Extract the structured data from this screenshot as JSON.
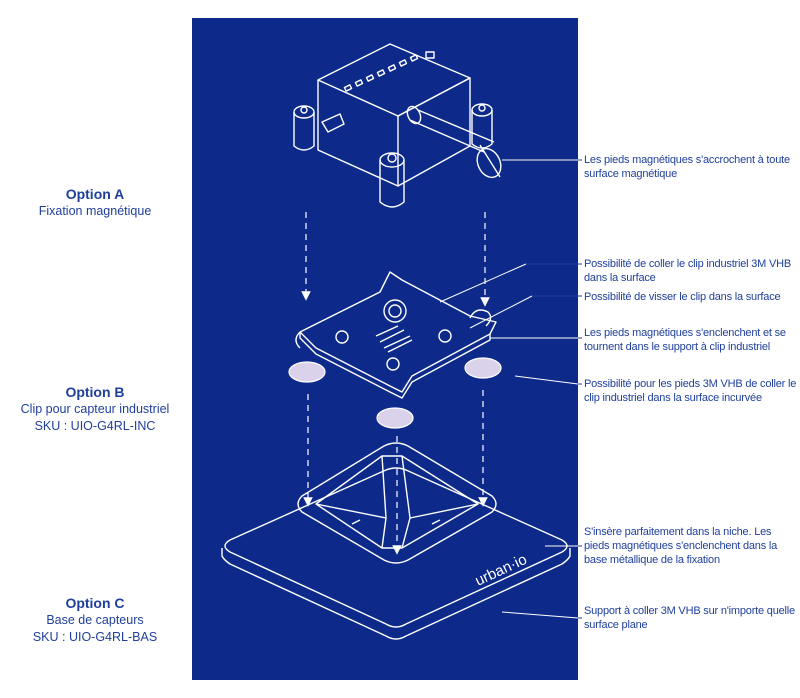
{
  "options": [
    {
      "title": "Option A",
      "subtitle": "Fixation magnétique",
      "sku": ""
    },
    {
      "title": "Option B",
      "subtitle": "Clip pour capteur industriel",
      "sku": "SKU : UIO-G4RL-INC"
    },
    {
      "title": "Option C",
      "subtitle": "Base de capteurs",
      "sku": "SKU : UIO-G4RL-BAS"
    }
  ],
  "callouts": [
    "Les pieds magnétiques s'accrochent à toute surface magnétique",
    "Possibilité de coller le clip industriel 3M VHB dans la surface",
    "Possibilité de visser le clip dans la surface",
    "Les pieds magnétiques s'enclenchent et se tournent dans le support à clip industriel",
    "Possibilité pour les pieds 3M VHB de coller le clip industriel dans la surface incurvée",
    "S'insère parfaitement dans la niche. Les pieds magnétiques s'enclenchent dans la base métallique de la fixation",
    "Support à coller 3M VHB sur n'importe quelle surface plane"
  ],
  "brand_mark": "urban·io",
  "colors": {
    "panel": "#0d2a8a",
    "text": "#1f3f9c",
    "line": "#ffffff",
    "pad": "#d9d2ea"
  }
}
